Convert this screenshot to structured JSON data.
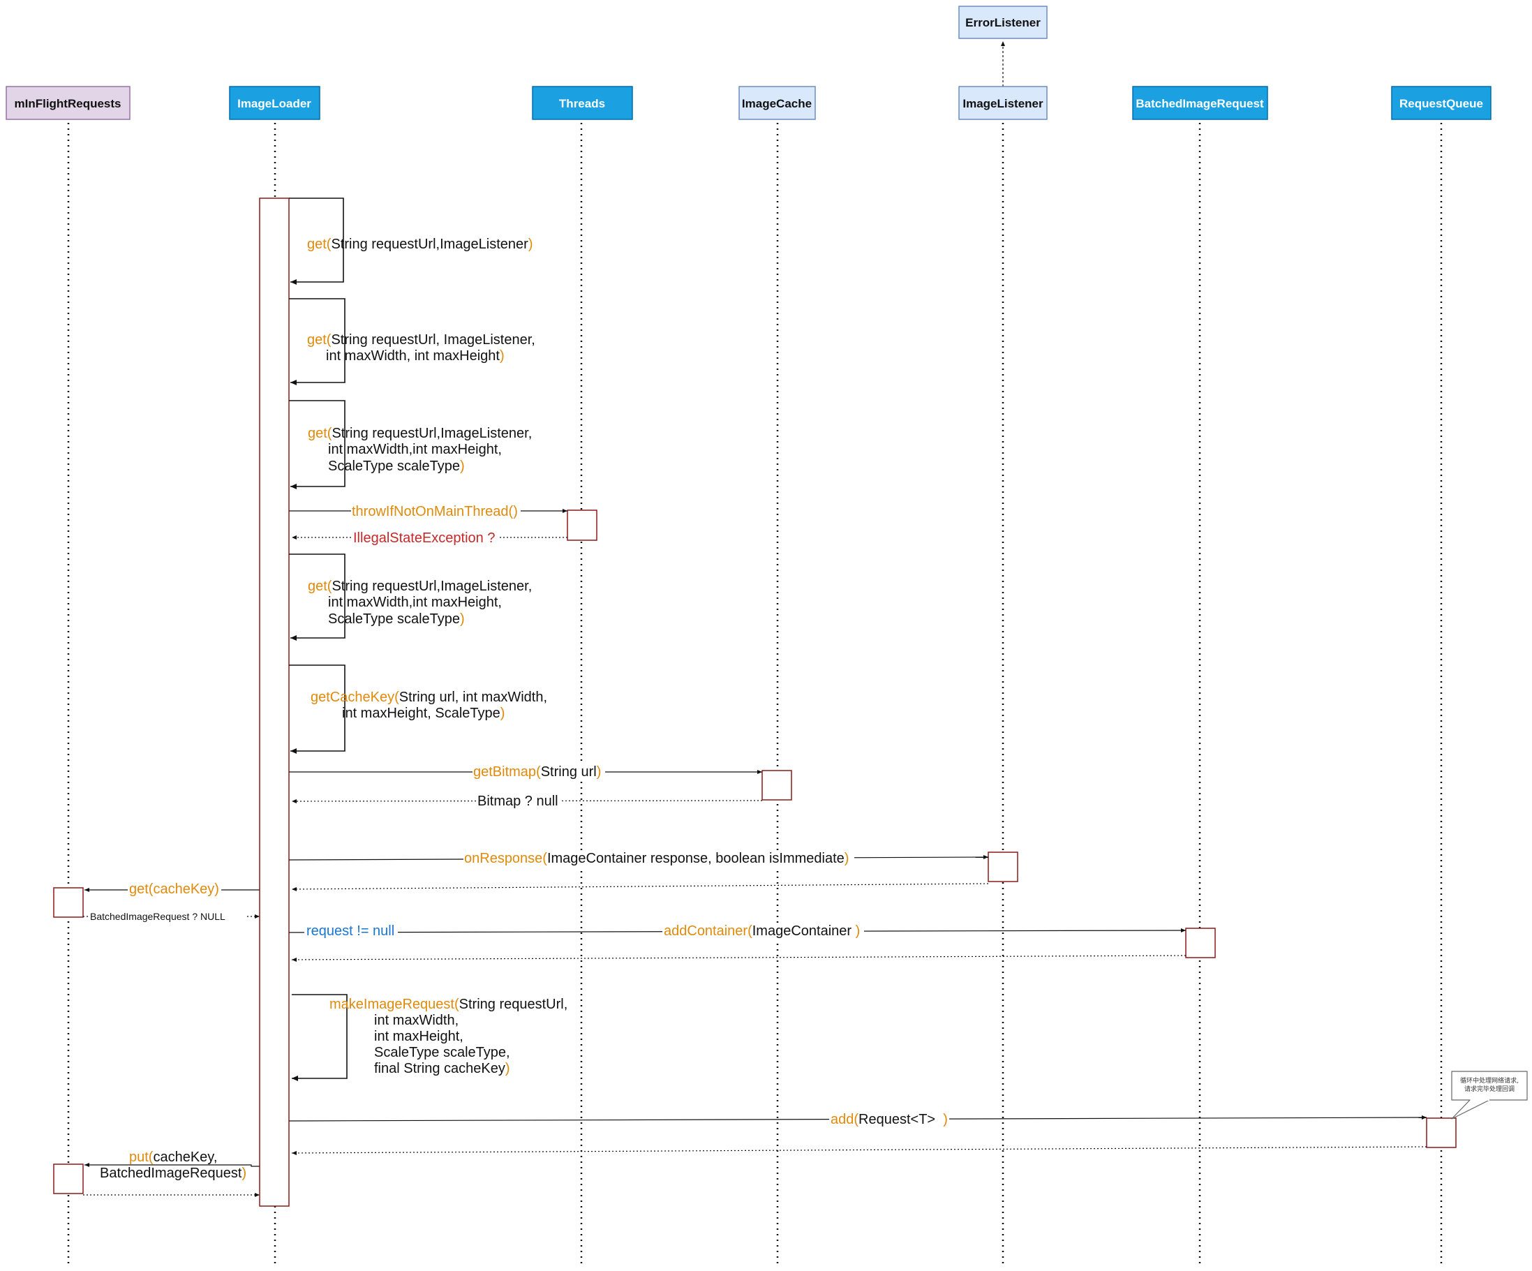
{
  "colors": {
    "orange": "#e08a0b",
    "black": "#111111",
    "red": "#b71c1c",
    "blue": "#1976d2",
    "activation": "#8b1a1a",
    "header_blue": "#1ba1e2",
    "header_light": "#dae8fc",
    "header_purple": "#e1d5e7"
  },
  "participants": {
    "error_listener": "ErrorListener",
    "in_flight": "mInFlightRequests",
    "image_loader": "ImageLoader",
    "threads": "Threads",
    "image_cache": "ImageCache",
    "image_listener": "ImageListener",
    "batched": "BatchedImageRequest",
    "request_queue": "RequestQueue"
  },
  "messages": {
    "m1": {
      "name": "get(",
      "args": "String requestUrl,ImageListener",
      "close": ")"
    },
    "m2": {
      "name": "get(",
      "args1": "String requestUrl, ImageListener,",
      "args2": "int maxWidth, int maxHeight",
      "close": ")"
    },
    "m3": {
      "name": "get(",
      "args1": "String requestUrl,ImageListener,",
      "args2": "int maxWidth,int maxHeight,",
      "args3": "ScaleType scaleType",
      "close": ")"
    },
    "m4": {
      "label": "throwIfNotOnMainThread()"
    },
    "m4r": {
      "label": "IllegalStateException ?"
    },
    "m5": {
      "name": "get(",
      "args1": "String requestUrl,ImageListener,",
      "args2": "int maxWidth,int maxHeight,",
      "args3": "ScaleType scaleType",
      "close": ")"
    },
    "m6": {
      "name": "getCacheKey(",
      "args1": "String url, int maxWidth,",
      "args2": "int maxHeight, ScaleType",
      "close": ")"
    },
    "m7": {
      "name": "getBitmap(",
      "args": "String url",
      "close": ")"
    },
    "m7r": {
      "label": "Bitmap ? null"
    },
    "m8": {
      "name": "onResponse(",
      "args": "ImageContainer response, boolean isImmediate",
      "close": ")"
    },
    "m9": {
      "name": "get(cacheKey)"
    },
    "m9r": {
      "label": "BatchedImageRequest ? NULL"
    },
    "m10": {
      "cond": "request != null",
      "name": "addContainer(",
      "args": "ImageContainer ",
      "close": ")"
    },
    "m11": {
      "name": "makeImageRequest(",
      "args1": "String requestUrl,",
      "args2": "int maxWidth,",
      "args3": "int maxHeight,",
      "args4": "ScaleType scaleType,",
      "args5": "final String cacheKey",
      "close": ")"
    },
    "m12": {
      "name": "add(",
      "args": "Request<T>  ",
      "close": ")"
    },
    "m13": {
      "name": "put(",
      "args1": "cacheKey,",
      "args2": "BatchedImageRequest",
      "close": ")"
    }
  },
  "note": {
    "line1": "循环中处理网络请求,",
    "line2": "请求完毕处理回调"
  }
}
